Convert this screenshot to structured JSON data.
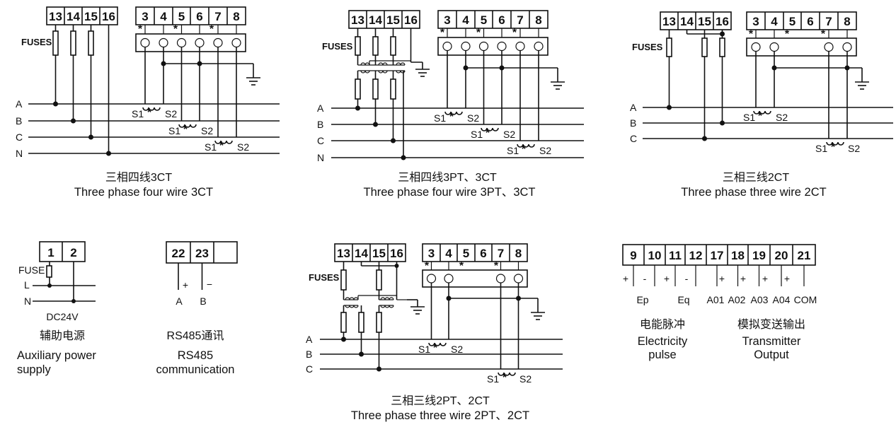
{
  "diagrams": {
    "d1": {
      "terminals_left": [
        "13",
        "14",
        "15",
        "16"
      ],
      "terminals_right": [
        "3",
        "4",
        "5",
        "6",
        "7",
        "8"
      ],
      "fuses_label": "FUSES",
      "lines": [
        "A",
        "B",
        "C",
        "N"
      ],
      "ct_labels": [
        [
          "S1",
          "S2"
        ],
        [
          "S1",
          "S2"
        ],
        [
          "S1",
          "S2"
        ]
      ],
      "caption_cn": "三相四线3CT",
      "caption_en": "Three phase four wire 3CT"
    },
    "d2": {
      "terminals_left": [
        "13",
        "14",
        "15",
        "16"
      ],
      "terminals_right": [
        "3",
        "4",
        "5",
        "6",
        "7",
        "8"
      ],
      "fuses_label": "FUSES",
      "lines": [
        "A",
        "B",
        "C",
        "N"
      ],
      "ct_labels": [
        [
          "S1",
          "S2"
        ],
        [
          "S1",
          "S2"
        ],
        [
          "S1",
          "S2"
        ]
      ],
      "caption_cn": "三相四线3PT、3CT",
      "caption_en": "Three phase four wire 3PT、3CT"
    },
    "d3": {
      "terminals_left": [
        "13",
        "14",
        "15",
        "16"
      ],
      "terminals_right": [
        "3",
        "4",
        "5",
        "6",
        "7",
        "8"
      ],
      "fuses_label": "FUSES",
      "lines": [
        "A",
        "B",
        "C"
      ],
      "ct_labels": [
        [
          "S1",
          "S2"
        ],
        [
          "S1",
          "S2"
        ]
      ],
      "caption_cn": "三相三线2CT",
      "caption_en": "Three phase three wire 2CT"
    },
    "d4": {
      "terminals": [
        "1",
        "2"
      ],
      "fuse_label": "FUSE",
      "lines": [
        "L",
        "N"
      ],
      "voltage": "DC24V",
      "caption_cn": "辅助电源",
      "caption_en_1": "Auxiliary power",
      "caption_en_2": "supply"
    },
    "d5": {
      "terminals": [
        "22",
        "23",
        ""
      ],
      "signs": [
        "+",
        "−"
      ],
      "labels": [
        "A",
        "B"
      ],
      "caption_cn": "RS485通讯",
      "caption_en_1": "RS485",
      "caption_en_2": "communication"
    },
    "d6": {
      "terminals_left": [
        "13",
        "14",
        "15",
        "16"
      ],
      "terminals_right": [
        "3",
        "4",
        "5",
        "6",
        "7",
        "8"
      ],
      "fuses_label": "FUSES",
      "lines": [
        "A",
        "B",
        "C"
      ],
      "ct_labels": [
        [
          "S1",
          "S2"
        ],
        [
          "S1",
          "S2"
        ]
      ],
      "caption_cn": "三相三线2PT、2CT",
      "caption_en": "Three phase three wire 2PT、2CT"
    },
    "d7": {
      "terminals": [
        "9",
        "10",
        "11",
        "12",
        "17",
        "18",
        "19",
        "20",
        "21"
      ],
      "signs": [
        "+",
        "-",
        "+",
        "-",
        "+",
        "+",
        "+",
        "+"
      ],
      "labels": [
        "Ep",
        "Eq",
        "A01",
        "A02",
        "A03",
        "A04",
        "COM"
      ],
      "caption_pulse_cn": "电能脉冲",
      "caption_pulse_en_1": "Electricity",
      "caption_pulse_en_2": "pulse",
      "caption_tx_cn": "模拟变送输出",
      "caption_tx_en_1": "Transmitter",
      "caption_tx_en_2": "Output"
    }
  }
}
